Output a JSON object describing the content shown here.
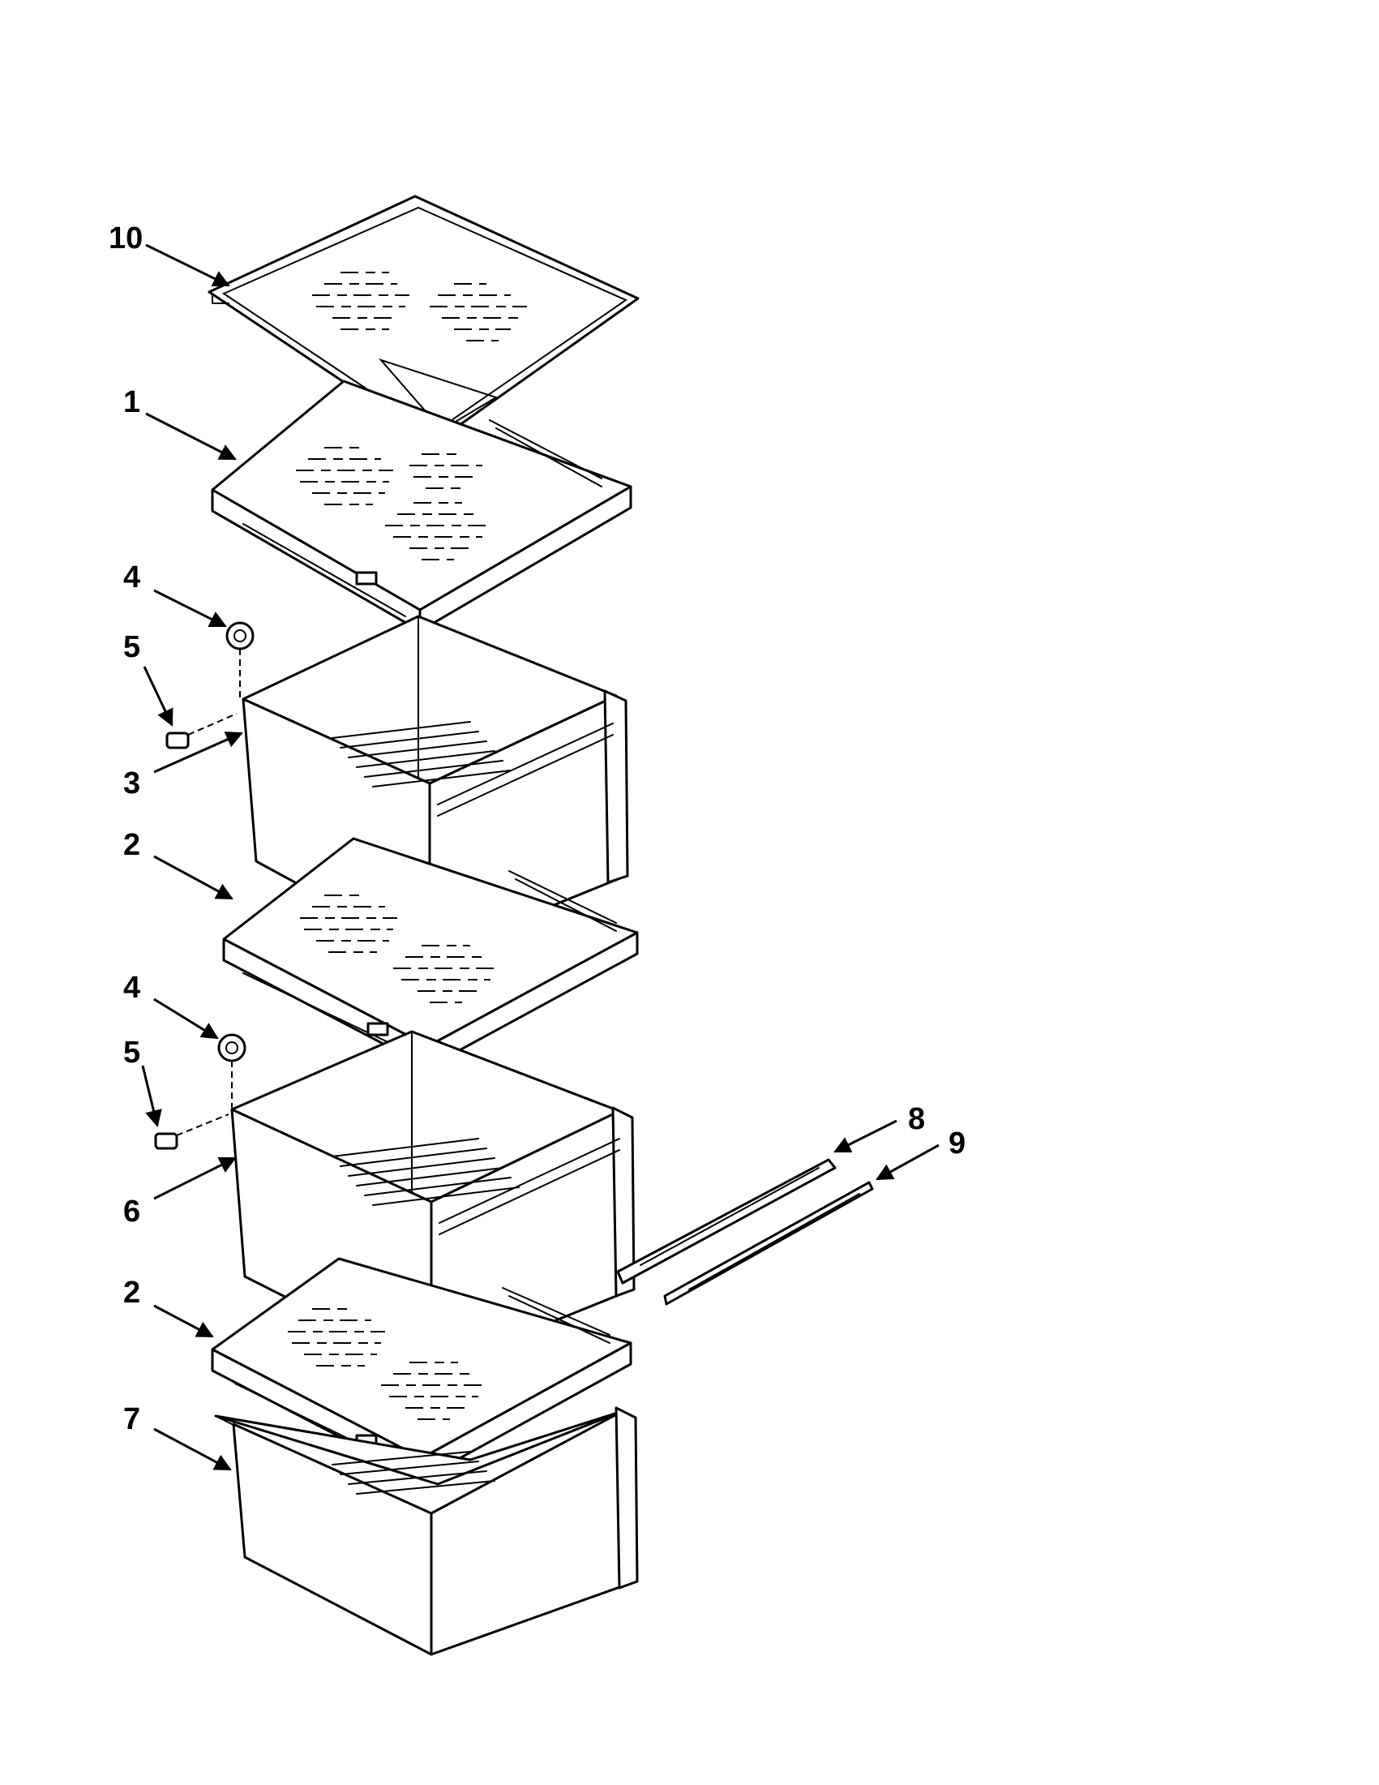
{
  "callouts": [
    {
      "id": "10",
      "label": "10"
    },
    {
      "id": "1",
      "label": "1"
    },
    {
      "id": "4a",
      "label": "4"
    },
    {
      "id": "5a",
      "label": "5"
    },
    {
      "id": "3",
      "label": "3"
    },
    {
      "id": "2a",
      "label": "2"
    },
    {
      "id": "4b",
      "label": "4"
    },
    {
      "id": "5b",
      "label": "5"
    },
    {
      "id": "6",
      "label": "6"
    },
    {
      "id": "2b",
      "label": "2"
    },
    {
      "id": "7",
      "label": "7"
    },
    {
      "id": "8",
      "label": "8"
    },
    {
      "id": "9",
      "label": "9"
    }
  ]
}
